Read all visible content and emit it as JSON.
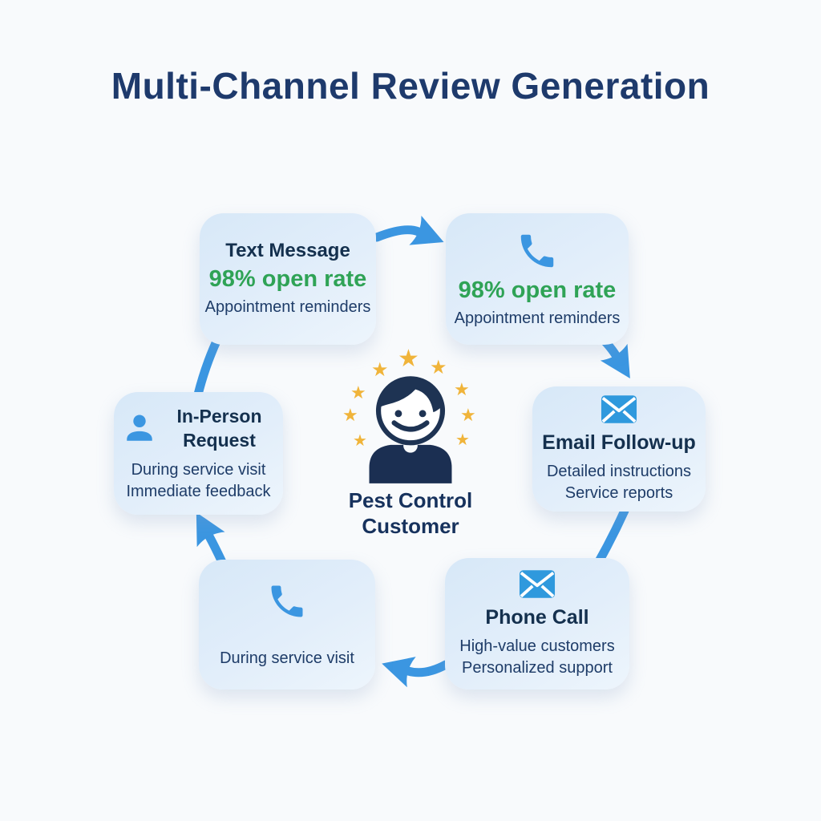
{
  "title": "Multi-Channel Review Generation",
  "center": {
    "icon": "customer-face-icon",
    "star_glyph": "★",
    "star_count": 9,
    "star_color": "#F0B43A",
    "label_line1": "Pest Control",
    "label_line2": "Customer"
  },
  "nodes": [
    {
      "id": "text-message",
      "position": "top-left",
      "icon": null,
      "heading": "Text Message",
      "highlight": "98% open rate",
      "lines": [
        "Appointment reminders"
      ]
    },
    {
      "id": "sms-phone",
      "position": "top-right",
      "icon": "phone-icon",
      "heading": null,
      "highlight": "98% open rate",
      "lines": [
        "Appointment reminders"
      ]
    },
    {
      "id": "email-follow-up",
      "position": "right",
      "icon": "envelope-icon",
      "heading": "Email Follow-up",
      "highlight": null,
      "lines": [
        "Detailed instructions",
        "Service reports"
      ]
    },
    {
      "id": "phone-call",
      "position": "bottom-right",
      "icon": "envelope-icon",
      "heading": "Phone Call",
      "highlight": null,
      "lines": [
        "High-value customers",
        "Personalized support"
      ]
    },
    {
      "id": "service-visit-phone",
      "position": "bottom-left",
      "icon": "phone-icon",
      "heading": null,
      "highlight": null,
      "lines": [
        "During service visit"
      ]
    },
    {
      "id": "in-person-request",
      "position": "left",
      "icon": "person-icon",
      "heading": "In-Person Request",
      "highlight": null,
      "lines": [
        "During service visit",
        "Immediate feedback"
      ]
    }
  ],
  "flow": {
    "direction": "clockwise",
    "arrow_count": 6,
    "arrow_color": "#3B96E1"
  },
  "colors": {
    "background": "#F8FAFC",
    "title_navy": "#1E3A6C",
    "heading_navy": "#14304E",
    "body_navy": "#1E3C68",
    "highlight_green": "#2FA356",
    "accent_blue": "#3B96E1",
    "box_fill": "#DCEAF8",
    "star_gold": "#F0B43A",
    "center_navy": "#1B2F52"
  }
}
